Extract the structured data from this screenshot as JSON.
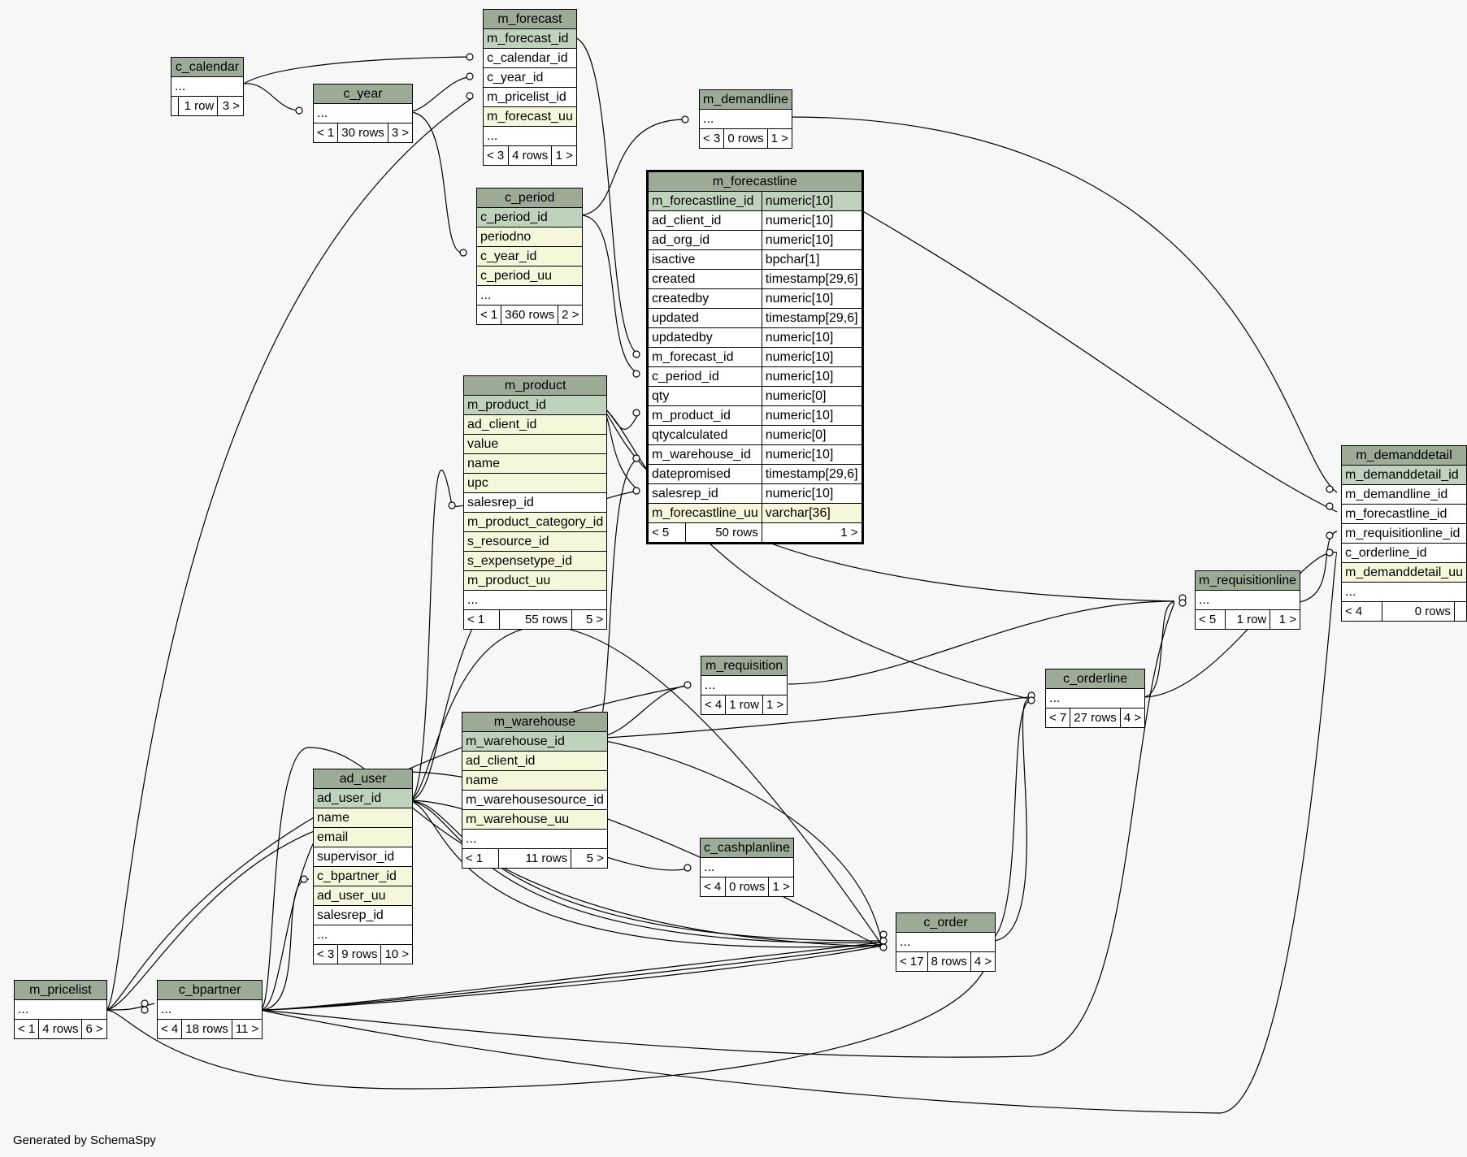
{
  "footer": "Generated by SchemaSpy",
  "tables": [
    {
      "id": "c_calendar",
      "title": "c_calendar",
      "rows": [
        {
          "t": "nrm",
          "cells": [
            "..."
          ]
        }
      ],
      "meta": [
        "",
        "1 row",
        "3 >"
      ]
    },
    {
      "id": "c_year",
      "title": "c_year",
      "rows": [
        {
          "t": "nrm",
          "cells": [
            "..."
          ]
        }
      ],
      "meta": [
        "< 1",
        "30 rows",
        "3 >"
      ]
    },
    {
      "id": "m_forecast",
      "title": "m_forecast",
      "rows": [
        {
          "t": "pk",
          "cells": [
            "m_forecast_id"
          ]
        },
        {
          "t": "nrm",
          "cells": [
            "c_calendar_id"
          ]
        },
        {
          "t": "nrm",
          "cells": [
            "c_year_id"
          ]
        },
        {
          "t": "nrm",
          "cells": [
            "m_pricelist_id"
          ]
        },
        {
          "t": "idx",
          "cells": [
            "m_forecast_uu"
          ]
        },
        {
          "t": "nrm",
          "cells": [
            "..."
          ]
        }
      ],
      "meta": [
        "< 3",
        "4 rows",
        "1 >"
      ]
    },
    {
      "id": "m_demandline",
      "title": "m_demandline",
      "rows": [
        {
          "t": "nrm",
          "cells": [
            "..."
          ]
        }
      ],
      "meta": [
        "< 3",
        "0 rows",
        "1 >"
      ]
    },
    {
      "id": "c_period",
      "title": "c_period",
      "rows": [
        {
          "t": "pk",
          "cells": [
            "c_period_id"
          ]
        },
        {
          "t": "idx",
          "cells": [
            "periodno"
          ]
        },
        {
          "t": "idx",
          "cells": [
            "c_year_id"
          ]
        },
        {
          "t": "idx",
          "cells": [
            "c_period_uu"
          ]
        },
        {
          "t": "nrm",
          "cells": [
            "..."
          ]
        }
      ],
      "meta": [
        "< 1",
        "360 rows",
        "2 >"
      ]
    },
    {
      "id": "m_forecastline",
      "title": "m_forecastline",
      "focus": true,
      "rows": [
        {
          "t": "pk",
          "cells": [
            "m_forecastline_id",
            "numeric[10]"
          ]
        },
        {
          "t": "nrm",
          "cells": [
            "ad_client_id",
            "numeric[10]"
          ]
        },
        {
          "t": "nrm",
          "cells": [
            "ad_org_id",
            "numeric[10]"
          ]
        },
        {
          "t": "nrm",
          "cells": [
            "isactive",
            "bpchar[1]"
          ]
        },
        {
          "t": "nrm",
          "cells": [
            "created",
            "timestamp[29,6]"
          ]
        },
        {
          "t": "nrm",
          "cells": [
            "createdby",
            "numeric[10]"
          ]
        },
        {
          "t": "nrm",
          "cells": [
            "updated",
            "timestamp[29,6]"
          ]
        },
        {
          "t": "nrm",
          "cells": [
            "updatedby",
            "numeric[10]"
          ]
        },
        {
          "t": "nrm",
          "cells": [
            "m_forecast_id",
            "numeric[10]"
          ]
        },
        {
          "t": "nrm",
          "cells": [
            "c_period_id",
            "numeric[10]"
          ]
        },
        {
          "t": "nrm",
          "cells": [
            "qty",
            "numeric[0]"
          ]
        },
        {
          "t": "nrm",
          "cells": [
            "m_product_id",
            "numeric[10]"
          ]
        },
        {
          "t": "nrm",
          "cells": [
            "qtycalculated",
            "numeric[0]"
          ]
        },
        {
          "t": "nrm",
          "cells": [
            "m_warehouse_id",
            "numeric[10]"
          ]
        },
        {
          "t": "nrm",
          "cells": [
            "datepromised",
            "timestamp[29,6]"
          ]
        },
        {
          "t": "nrm",
          "cells": [
            "salesrep_id",
            "numeric[10]"
          ]
        },
        {
          "t": "idx",
          "cells": [
            "m_forecastline_uu",
            "varchar[36]"
          ]
        }
      ],
      "meta": [
        "< 5",
        "50 rows",
        "1 >"
      ]
    },
    {
      "id": "m_product",
      "title": "m_product",
      "rows": [
        {
          "t": "pk",
          "cells": [
            "m_product_id"
          ]
        },
        {
          "t": "idx",
          "cells": [
            "ad_client_id"
          ]
        },
        {
          "t": "idx",
          "cells": [
            "value"
          ]
        },
        {
          "t": "idx",
          "cells": [
            "name"
          ]
        },
        {
          "t": "idx",
          "cells": [
            "upc"
          ]
        },
        {
          "t": "nrm",
          "cells": [
            "salesrep_id"
          ]
        },
        {
          "t": "idx",
          "cells": [
            "m_product_category_id"
          ]
        },
        {
          "t": "idx",
          "cells": [
            "s_resource_id"
          ]
        },
        {
          "t": "idx",
          "cells": [
            "s_expensetype_id"
          ]
        },
        {
          "t": "idx",
          "cells": [
            "m_product_uu"
          ]
        },
        {
          "t": "nrm",
          "cells": [
            "..."
          ]
        }
      ],
      "meta": [
        "< 1",
        "55 rows",
        "5 >"
      ]
    },
    {
      "id": "m_demanddetail",
      "title": "m_demanddetail",
      "rows": [
        {
          "t": "pk",
          "cells": [
            "m_demanddetail_id"
          ]
        },
        {
          "t": "nrm",
          "cells": [
            "m_demandline_id"
          ]
        },
        {
          "t": "nrm",
          "cells": [
            "m_forecastline_id"
          ]
        },
        {
          "t": "nrm",
          "cells": [
            "m_requisitionline_id"
          ]
        },
        {
          "t": "nrm",
          "cells": [
            "c_orderline_id"
          ]
        },
        {
          "t": "idx",
          "cells": [
            "m_demanddetail_uu"
          ]
        },
        {
          "t": "nrm",
          "cells": [
            "..."
          ]
        }
      ],
      "meta": [
        "< 4",
        "0 rows",
        ""
      ]
    },
    {
      "id": "m_requisitionline",
      "title": "m_requisitionline",
      "rows": [
        {
          "t": "nrm",
          "cells": [
            "..."
          ]
        }
      ],
      "meta": [
        "< 5",
        "1 row",
        "1 >"
      ]
    },
    {
      "id": "m_requisition",
      "title": "m_requisition",
      "rows": [
        {
          "t": "nrm",
          "cells": [
            "..."
          ]
        }
      ],
      "meta": [
        "< 4",
        "1 row",
        "1 >"
      ]
    },
    {
      "id": "c_orderline",
      "title": "c_orderline",
      "rows": [
        {
          "t": "nrm",
          "cells": [
            "..."
          ]
        }
      ],
      "meta": [
        "< 7",
        "27 rows",
        "4 >"
      ]
    },
    {
      "id": "m_warehouse",
      "title": "m_warehouse",
      "rows": [
        {
          "t": "pk",
          "cells": [
            "m_warehouse_id"
          ]
        },
        {
          "t": "idx",
          "cells": [
            "ad_client_id"
          ]
        },
        {
          "t": "idx",
          "cells": [
            "name"
          ]
        },
        {
          "t": "nrm",
          "cells": [
            "m_warehousesource_id"
          ]
        },
        {
          "t": "idx",
          "cells": [
            "m_warehouse_uu"
          ]
        },
        {
          "t": "nrm",
          "cells": [
            "..."
          ]
        }
      ],
      "meta": [
        "< 1",
        "11 rows",
        "5 >"
      ]
    },
    {
      "id": "ad_user",
      "title": "ad_user",
      "rows": [
        {
          "t": "pk",
          "cells": [
            "ad_user_id"
          ]
        },
        {
          "t": "idx",
          "cells": [
            "name"
          ]
        },
        {
          "t": "idx",
          "cells": [
            "email"
          ]
        },
        {
          "t": "nrm",
          "cells": [
            "supervisor_id"
          ]
        },
        {
          "t": "idx",
          "cells": [
            "c_bpartner_id"
          ]
        },
        {
          "t": "idx",
          "cells": [
            "ad_user_uu"
          ]
        },
        {
          "t": "nrm",
          "cells": [
            "salesrep_id"
          ]
        },
        {
          "t": "nrm",
          "cells": [
            "..."
          ]
        }
      ],
      "meta": [
        "< 3",
        "9 rows",
        "10 >"
      ]
    },
    {
      "id": "c_cashplanline",
      "title": "c_cashplanline",
      "rows": [
        {
          "t": "nrm",
          "cells": [
            "..."
          ]
        }
      ],
      "meta": [
        "< 4",
        "0 rows",
        "1 >"
      ]
    },
    {
      "id": "c_order",
      "title": "c_order",
      "rows": [
        {
          "t": "nrm",
          "cells": [
            "..."
          ]
        }
      ],
      "meta": [
        "< 17",
        "8 rows",
        "4 >"
      ]
    },
    {
      "id": "m_pricelist",
      "title": "m_pricelist",
      "rows": [
        {
          "t": "nrm",
          "cells": [
            "..."
          ]
        }
      ],
      "meta": [
        "< 1",
        "4 rows",
        "6 >"
      ]
    },
    {
      "id": "c_bpartner",
      "title": "c_bpartner",
      "rows": [
        {
          "t": "nrm",
          "cells": [
            "..."
          ]
        }
      ],
      "meta": [
        "< 4",
        "18 rows",
        "11 >"
      ]
    }
  ]
}
